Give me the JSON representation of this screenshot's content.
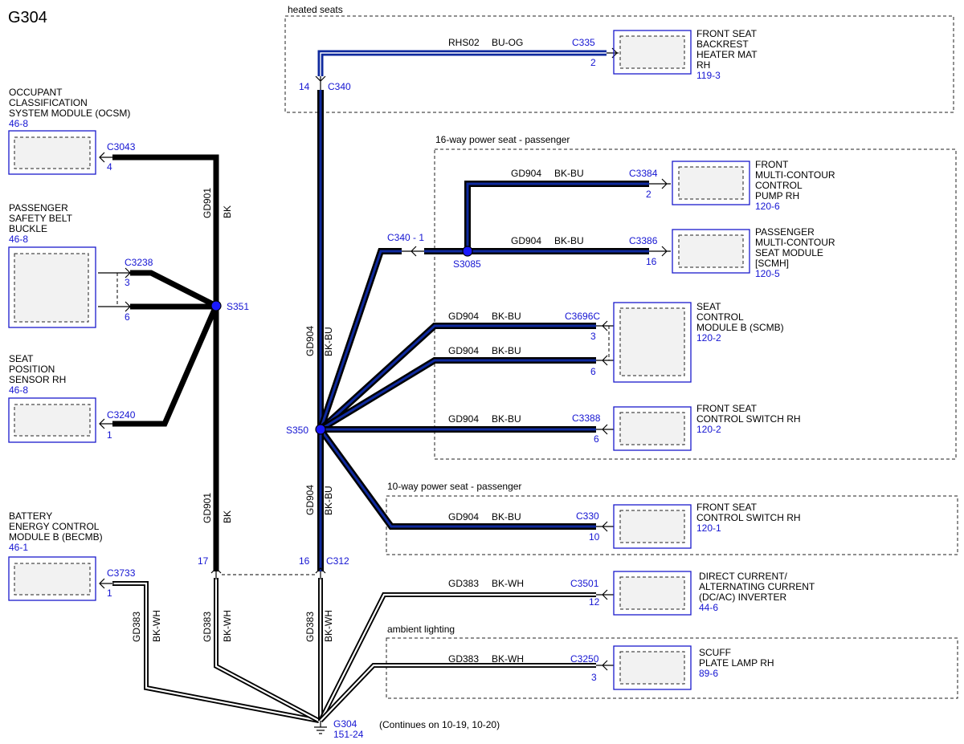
{
  "title": "G304",
  "groups": {
    "heated_seats": "heated seats",
    "power16": "16-way power seat - passenger",
    "power10": "10-way power seat - passenger",
    "ambient": "ambient lighting"
  },
  "modules": {
    "ocsm": {
      "lines": [
        "OCCUPANT",
        "CLASSIFICATION",
        "SYSTEM MODULE (OCSM)"
      ],
      "ref": "46-8"
    },
    "buckle": {
      "lines": [
        "PASSENGER",
        "SAFETY BELT",
        "BUCKLE"
      ],
      "ref": "46-8"
    },
    "seatpos": {
      "lines": [
        "SEAT",
        "POSITION",
        "SENSOR RH"
      ],
      "ref": "46-8"
    },
    "becmb": {
      "lines": [
        "BATTERY",
        "ENERGY CONTROL",
        "MODULE B (BECMB)"
      ],
      "ref": "46-1"
    },
    "heater": {
      "lines": [
        "FRONT SEAT",
        "BACKREST",
        "HEATER MAT",
        "RH"
      ],
      "ref": "119-3"
    },
    "pump": {
      "lines": [
        "FRONT",
        "MULTI-CONTOUR",
        "CONTROL",
        "PUMP RH"
      ],
      "ref": "120-6"
    },
    "scmh": {
      "lines": [
        "PASSENGER",
        "MULTI-CONTOUR",
        "SEAT MODULE",
        "[SCMH]"
      ],
      "ref": "120-5"
    },
    "scmb": {
      "lines": [
        "SEAT",
        "CONTROL",
        "MODULE B (SCMB)"
      ],
      "ref": "120-2"
    },
    "switch16": {
      "lines": [
        "FRONT SEAT",
        "CONTROL SWITCH RH"
      ],
      "ref": "120-2"
    },
    "switch10": {
      "lines": [
        "FRONT SEAT",
        "CONTROL SWITCH RH"
      ],
      "ref": "120-1"
    },
    "inverter": {
      "lines": [
        "DIRECT CURRENT/",
        "ALTERNATING CURRENT",
        "(DC/AC) INVERTER"
      ],
      "ref": "44-6"
    },
    "scuff": {
      "lines": [
        "SCUFF",
        "PLATE LAMP RH"
      ],
      "ref": "89-6"
    }
  },
  "connectors": {
    "c3043": {
      "name": "C3043",
      "pin": "4"
    },
    "c3238": {
      "name": "C3238",
      "pin3": "3",
      "pin6": "6"
    },
    "c3240": {
      "name": "C3240",
      "pin": "1"
    },
    "c3733": {
      "name": "C3733",
      "pin": "1"
    },
    "c335": {
      "name": "C335",
      "pin": "2"
    },
    "c340_top": {
      "name": "C340",
      "pin": "14"
    },
    "c340_left": {
      "name": "C340",
      "pin": "- 1"
    },
    "c3384": {
      "name": "C3384",
      "pin": "2"
    },
    "c3386": {
      "name": "C3386",
      "pin": "16"
    },
    "c3696c": {
      "name": "C3696C",
      "pin3": "3",
      "pin6": "6"
    },
    "c3388": {
      "name": "C3388",
      "pin": "6"
    },
    "c330": {
      "name": "C330",
      "pin": "10"
    },
    "c3501": {
      "name": "C3501",
      "pin": "12"
    },
    "c3250": {
      "name": "C3250",
      "pin": "3"
    },
    "c312": {
      "name": "C312",
      "pin": "16"
    },
    "pin17": "17"
  },
  "splices": {
    "s351": "S351",
    "s350": "S350",
    "s3085": "S3085"
  },
  "wires": {
    "gd901": "GD901",
    "bk": "BK",
    "gd904": "GD904",
    "bkbu": "BK-BU",
    "gd383": "GD383",
    "bkwh": "BK-WH",
    "rhs02": "RHS02",
    "buog": "BU-OG"
  },
  "ground": {
    "name": "G304",
    "ref": "151-24",
    "note": "(Continues on 10-19, 10-20)"
  }
}
